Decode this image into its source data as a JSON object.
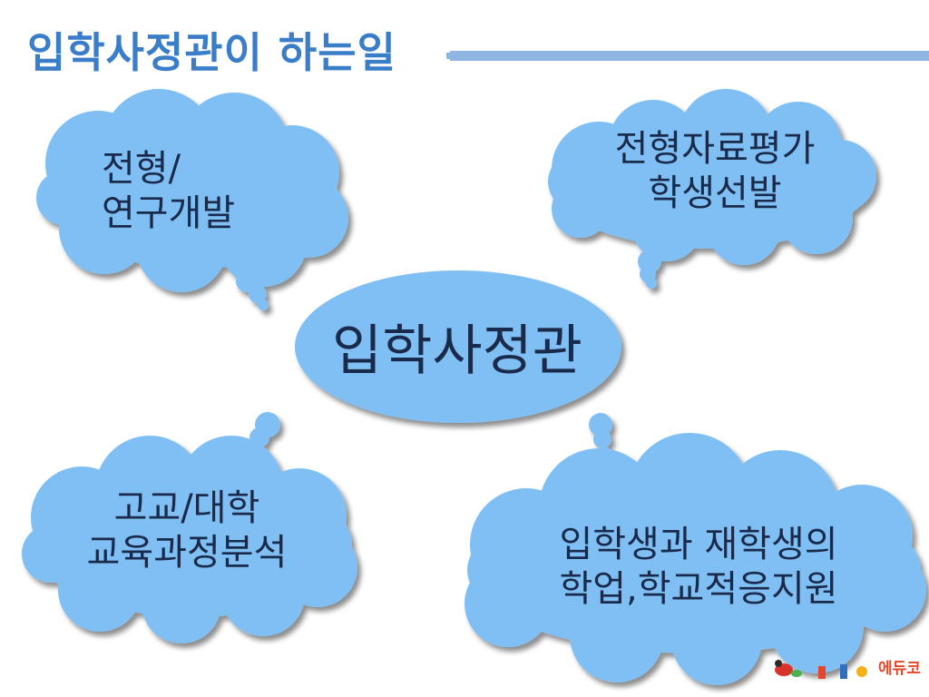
{
  "slide": {
    "title": "입학사정관이 하는일"
  },
  "center": {
    "label": "입학사정관"
  },
  "bubbles": [
    {
      "line1": "전형/",
      "line2": "연구개발"
    },
    {
      "line1": "전형자료평가",
      "line2": "학생선발"
    },
    {
      "line1": "고교/대학",
      "line2": "교육과정분석"
    },
    {
      "line1": "입학생과 재학생의",
      "line2": "학업,학교적응지원"
    }
  ],
  "logo": {
    "text": "에듀코"
  },
  "colors": {
    "title": "#3a7dc9",
    "title_rule": "#8fb6e2",
    "bubble_fill": "#7fbff3",
    "bubble_shadow": "#9aa7b5",
    "text": "#1a2a4a"
  }
}
